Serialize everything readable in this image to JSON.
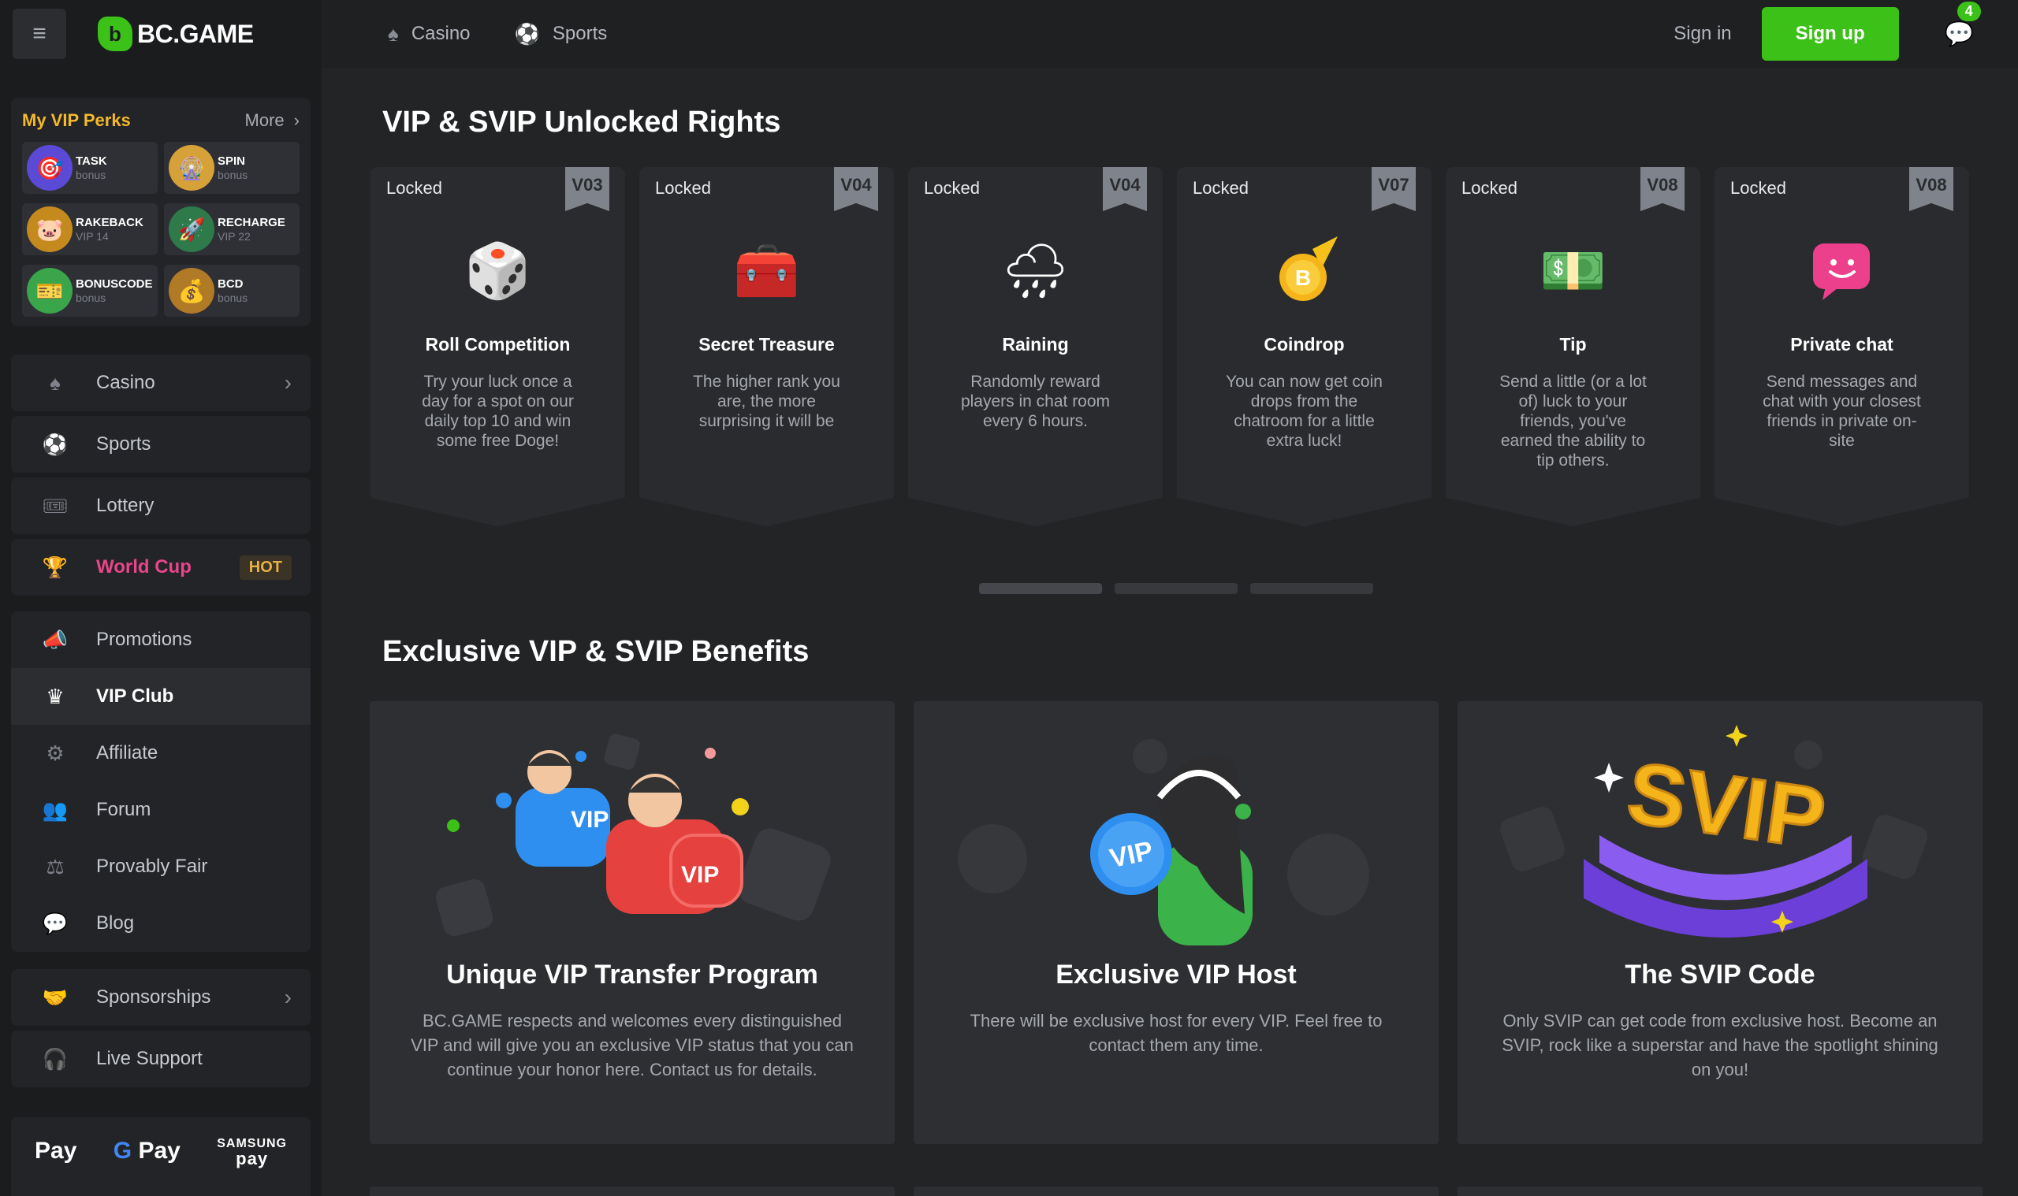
{
  "brand": {
    "logo_text": "BC.GAME"
  },
  "topbar": {
    "tabs": [
      {
        "label": "Casino",
        "icon": "casino-icon"
      },
      {
        "label": "Sports",
        "icon": "sports-icon"
      }
    ],
    "sign_in": "Sign in",
    "sign_up": "Sign up",
    "chat_badge": "4"
  },
  "perks": {
    "title": "My VIP Perks",
    "more": "More",
    "items": [
      {
        "name": "TASK",
        "sub": "bonus"
      },
      {
        "name": "SPIN",
        "sub": "bonus"
      },
      {
        "name": "RAKEBACK",
        "sub": "VIP 14"
      },
      {
        "name": "RECHARGE",
        "sub": "VIP 22"
      },
      {
        "name": "BONUSCODE",
        "sub": "bonus"
      },
      {
        "name": "BCD",
        "sub": "bonus"
      }
    ]
  },
  "nav": {
    "casino": "Casino",
    "sports": "Sports",
    "lottery": "Lottery",
    "worldcup": "World Cup",
    "hot": "HOT",
    "promotions": "Promotions",
    "vip_club": "VIP Club",
    "affiliate": "Affiliate",
    "forum": "Forum",
    "provably_fair": "Provably Fair",
    "blog": "Blog",
    "sponsorships": "Sponsorships",
    "live_support": "Live Support"
  },
  "payments": {
    "apple": "Pay",
    "google": "Pay",
    "samsung_top": "SAMSUNG",
    "samsung_bottom": "pay"
  },
  "rights": {
    "title": "VIP & SVIP Unlocked Rights",
    "items": [
      {
        "status": "Locked",
        "level": "V03",
        "name": "Roll Competition",
        "desc": "Try your luck once a day for a spot on our daily top 10 and win some free Doge!"
      },
      {
        "status": "Locked",
        "level": "V04",
        "name": "Secret Treasure",
        "desc": "The higher rank you are, the more surprising it will be"
      },
      {
        "status": "Locked",
        "level": "V04",
        "name": "Raining",
        "desc": "Randomly reward players in chat room every 6 hours."
      },
      {
        "status": "Locked",
        "level": "V07",
        "name": "Coindrop",
        "desc": "You can now get coin drops from the chatroom for a little extra luck!"
      },
      {
        "status": "Locked",
        "level": "V08",
        "name": "Tip",
        "desc": "Send a little (or a lot of) luck to your friends, you've earned the ability to tip others."
      },
      {
        "status": "Locked",
        "level": "V08",
        "name": "Private chat",
        "desc": "Send messages and chat with your closest friends in private on-site"
      }
    ]
  },
  "benefits": {
    "title": "Exclusive VIP & SVIP Benefits",
    "items": [
      {
        "name": "Unique VIP Transfer Program",
        "desc": "BC.GAME respects and welcomes every distinguished VIP and will give you an exclusive VIP status that you can continue your honor here. Contact us for details."
      },
      {
        "name": "Exclusive VIP Host",
        "desc": "There will be exclusive host for every VIP. Feel free to contact them any time."
      },
      {
        "name": "The SVIP Code",
        "desc": "Only SVIP can get code from exclusive host. Become an SVIP, rock like a superstar and have the spotlight shining on you!"
      }
    ]
  },
  "colors": {
    "accent_green": "#3bc117",
    "vip_gold": "#f4b92b",
    "worldcup_pink": "#e8458b"
  }
}
